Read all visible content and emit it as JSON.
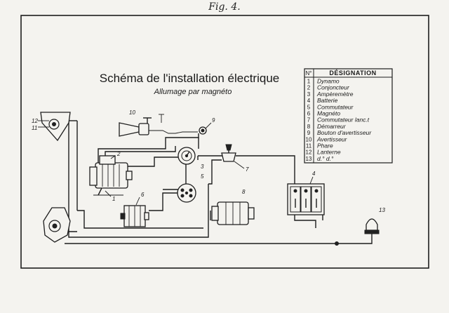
{
  "figure_label": "Fig. 4.",
  "title": "Schéma de l'installation électrique",
  "subtitle": "Allumage par magnéto",
  "legend": {
    "header_num": "N°",
    "header_label": "DÉSIGNATION",
    "items": [
      {
        "num": "1",
        "label": "Dynamo"
      },
      {
        "num": "2",
        "label": "Conjoncteur"
      },
      {
        "num": "3",
        "label": "Ampèremètre"
      },
      {
        "num": "4",
        "label": "Batterie"
      },
      {
        "num": "5",
        "label": "Commutateur"
      },
      {
        "num": "6",
        "label": "Magnéto"
      },
      {
        "num": "7",
        "label": "Commutateur lanc.t"
      },
      {
        "num": "8",
        "label": "Démarreur"
      },
      {
        "num": "9",
        "label": "Bouton d'avertisseur"
      },
      {
        "num": "10",
        "label": "Avertisseur"
      },
      {
        "num": "11",
        "label": "Phare"
      },
      {
        "num": "12",
        "label": "Lanterne"
      },
      {
        "num": "13",
        "label": "d.° d.°"
      }
    ]
  },
  "callouts": {
    "dynamo": "1",
    "conjoncteur": "2",
    "ampermetre": "3",
    "batterie": "4",
    "commutateur": "5",
    "magneto": "6",
    "comm_lancement": "7",
    "demarreur": "8",
    "bouton": "9",
    "avertisseur": "10",
    "phare": "11",
    "lanterne": "12",
    "lanterne_arriere": "13"
  }
}
